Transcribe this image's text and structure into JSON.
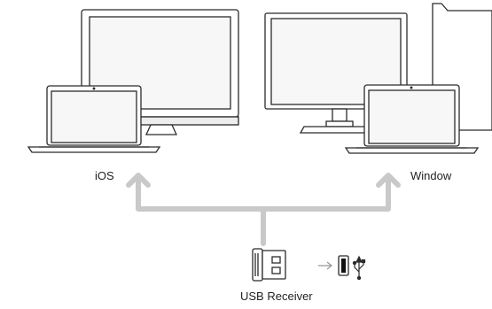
{
  "labels": {
    "left_os": "iOS",
    "right_os": "Window",
    "receiver": "USB Receiver"
  },
  "icons": {
    "left_desktop": "desktop-monitor-icon",
    "left_laptop": "laptop-icon",
    "right_desktop": "desktop-monitor-tower-icon",
    "right_laptop": "laptop-icon",
    "receiver": "usb-receiver-icon",
    "port": "usb-port-icon",
    "usb_symbol": "usb-symbol-icon"
  },
  "colors": {
    "connector": "#c9c9c9",
    "device_stroke": "#2b2b2b",
    "screen_fill": "#f7f7f7",
    "text": "#222222"
  }
}
